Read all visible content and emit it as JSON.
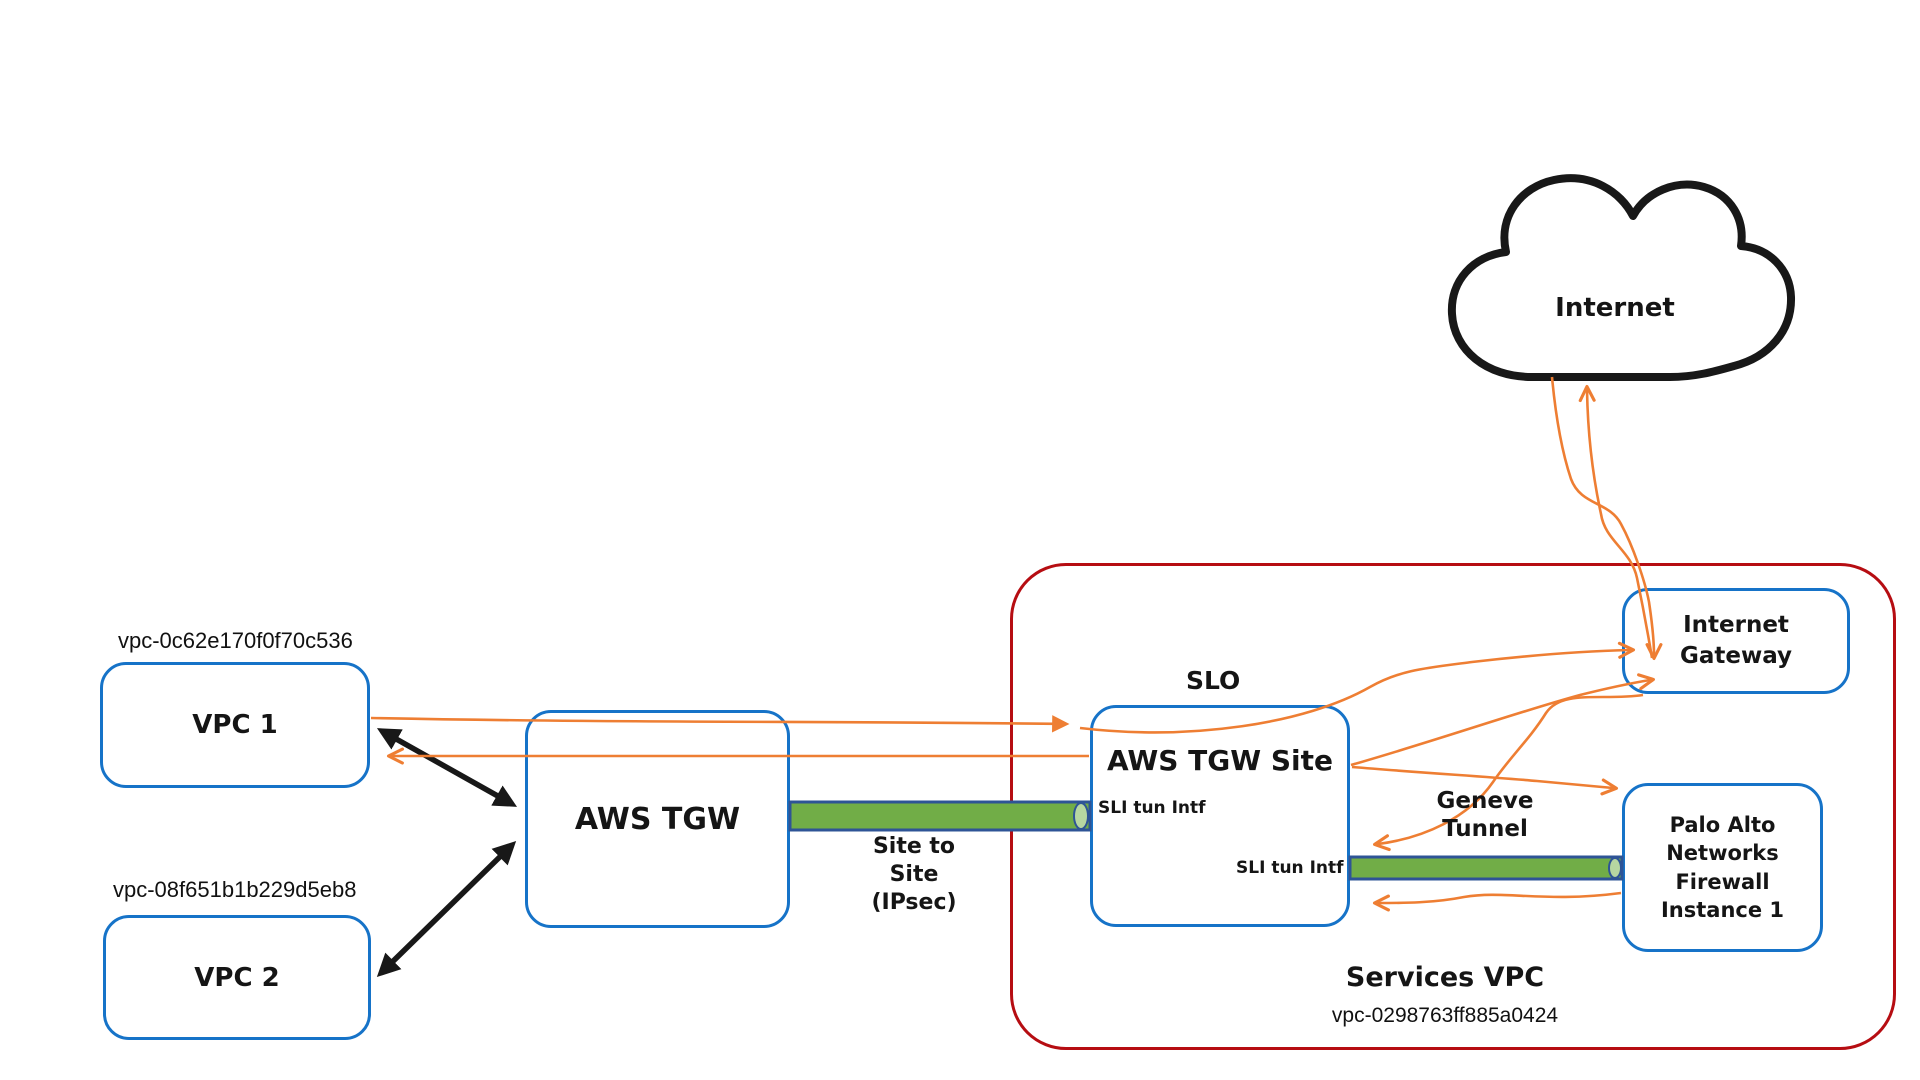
{
  "nodes": {
    "vpc1": {
      "id": "vpc-0c62e170f0f70c536",
      "label": "VPC 1"
    },
    "vpc2": {
      "id": "vpc-08f651b1b229d5eb8",
      "label": "VPC 2"
    },
    "aws_tgw": {
      "label": "AWS TGW"
    },
    "aws_tgw_site": {
      "label": "AWS TGW Site",
      "sli_tun_intf_top": "SLI tun Intf",
      "sli_tun_intf_bottom": "SLI tun Intf"
    },
    "internet_gateway": {
      "label": "Internet Gateway"
    },
    "palo_alto_firewall": {
      "label": "Palo Alto Networks Firewall Instance 1"
    },
    "internet_cloud": {
      "label": "Internet"
    },
    "services_vpc": {
      "label": "Services VPC",
      "id": "vpc-0298763ff885a0424"
    }
  },
  "labels": {
    "slo": "SLO",
    "site_to_site_tunnel": "Site to Site (IPsec)",
    "geneve_tunnel": "Geneve Tunnel"
  },
  "colors": {
    "node_border_blue": "#1673c8",
    "flow_orange": "#ee7e33",
    "tunnel_green": "#71ad47",
    "tunnel_cap_green": "#b7d7a1",
    "tunnel_border_blue": "#2e5496",
    "services_vpc_red": "#b60d12",
    "arrow_black": "#181818"
  }
}
